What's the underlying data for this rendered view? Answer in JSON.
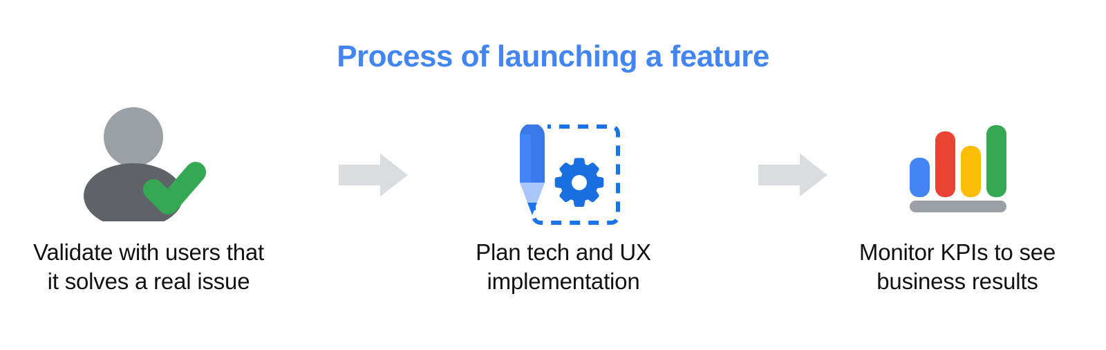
{
  "slide": {
    "title": "Process of launching a feature",
    "background_color": "#FFFFFF",
    "title_color": "#4285F4"
  },
  "steps": [
    {
      "index": 1,
      "icon_name": "user-validated-icon",
      "caption": "Validate with users that\nit solves a real issue",
      "caption_line_1": "Validate with users that",
      "caption_line_2": "it solves a real issue",
      "colors": {
        "head": "#9AA0A6",
        "body": "#5F6368",
        "check": "#34A853"
      }
    },
    {
      "index": 2,
      "icon_name": "pencil-gear-icon",
      "caption": "Plan tech and UX\nimplementation",
      "caption_line_1": "Plan tech and UX",
      "caption_line_2": "implementation",
      "colors": {
        "pencil_body": "#3B78E7",
        "pencil_highlight": "#4285F4",
        "pencil_tip": "#A8C7FA",
        "pencil_point": "#1A73E8",
        "gear": "#1A6FE0",
        "dashed_frame": "#1A73E8"
      }
    },
    {
      "index": 3,
      "icon_name": "bar-chart-kpi-icon",
      "caption": "Monitor KPIs to see\nbusiness results",
      "caption_line_1": "Monitor KPIs to see",
      "caption_line_2": "business results",
      "colors": {
        "bar_blue": "#4285F4",
        "bar_red": "#EA4335",
        "bar_yellow": "#FBBC04",
        "bar_green": "#34A853",
        "baseline": "#9AA0A6"
      }
    }
  ],
  "arrows": [
    {
      "index": 1,
      "icon_name": "arrow-right-icon",
      "color": "#DADCE0"
    },
    {
      "index": 2,
      "icon_name": "arrow-right-icon",
      "color": "#DADCE0"
    }
  ],
  "chart_data": {
    "type": "bar",
    "title": "",
    "categories": [
      "1",
      "2",
      "3",
      "4"
    ],
    "values": [
      55,
      88,
      70,
      96
    ],
    "colors": [
      "#4285F4",
      "#EA4335",
      "#FBBC04",
      "#34A853"
    ],
    "xlabel": "",
    "ylabel": "",
    "ylim": [
      0,
      100
    ],
    "grid": false,
    "legend": "none"
  }
}
